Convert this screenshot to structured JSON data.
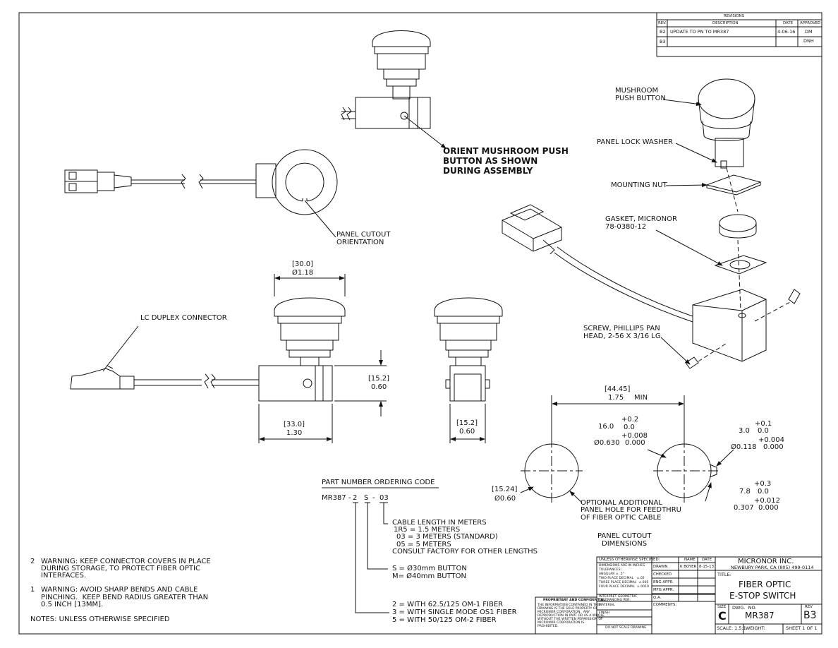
{
  "revisions": {
    "title": "REVISIONS",
    "headers": [
      "REV.",
      "DESCRIPTION",
      "DATE",
      "APPROVED"
    ],
    "rows": [
      {
        "rev": "B2",
        "description": "UPDATE TO PN TO MR387",
        "date": "4-06-16",
        "approved": "DM"
      },
      {
        "rev": "B3",
        "description": "",
        "date": "",
        "approved": "DNH"
      }
    ]
  },
  "callouts": {
    "mushroom_push_button": [
      "MUSHROOM",
      "PUSH BUTTON"
    ],
    "panel_lock_washer": "PANEL LOCK WASHER",
    "mounting_nut": "MOUNTING NUT",
    "gasket": [
      "GASKET, MICRONOR",
      "78-0380-12"
    ],
    "screw": [
      "SCREW, PHILLIPS PAN",
      "HEAD, 2-56 X 3/16 LG"
    ],
    "orient_note": [
      "ORIENT MUSHROOM PUSH",
      "BUTTON AS SHOWN",
      "DURING ASSEMBLY"
    ],
    "panel_cutout_orientation": [
      "PANEL CUTOUT",
      "ORIENTATION"
    ],
    "lc_duplex": "LC DUPLEX CONNECTOR",
    "optional_hole": [
      "OPTIONAL ADDITIONAL",
      "PANEL HOLE FOR FEEDTHRU",
      "OF FIBER OPTIC CABLE"
    ],
    "panel_cutout_dimensions": [
      "PANEL CUTOUT",
      "DIMENSIONS"
    ]
  },
  "dimensions": {
    "button_dia_mm": "[30.0]",
    "button_dia_in": "Ø1.18",
    "body_height_mm": "[15.2]",
    "body_height_in": "0.60",
    "body_width_mm": "[33.0]",
    "body_width_in": "1.30",
    "side_width_mm": "[15.2]",
    "side_width_in": "0.60",
    "spacing_mm": "[44.45]",
    "spacing_in": "1.75",
    "spacing_note": "MIN",
    "hole1_tol_plus": "+0.2",
    "hole1_mm": "16.0",
    "hole1_tol_minus": "0.0",
    "hole1_tol_plus_in": "+0.008",
    "hole1_in": "Ø0.630",
    "hole1_tol_minus_in": "0.000",
    "key1_tol_plus": "+0.1",
    "key1_mm": "3.0",
    "key1_tol_minus": "0.0",
    "key1_tol_plus_in": "+0.004",
    "key1_in": "Ø0.118",
    "key1_tol_minus_in": "0.000",
    "opt_hole_mm": "[15.24]",
    "opt_hole_in": "Ø0.60",
    "key2_tol_plus": "+0.3",
    "key2_mm": "7.8",
    "key2_tol_minus": "0.0",
    "key2_tol_plus_in": "+0.012",
    "key2_in": "0.307",
    "key2_tol_minus_in": "0.000"
  },
  "ordering": {
    "title": "PART NUMBER ORDERING CODE",
    "code_parts": [
      "MR387 -",
      "2",
      "S",
      "-",
      "03"
    ],
    "cable_title": "CABLE LENGTH IN METERS",
    "cable_options": [
      "1R5 = 1.5 METERS",
      "03 = 3 METERS (STANDARD)",
      "05 = 5 METERS"
    ],
    "cable_note": "CONSULT FACTORY FOR OTHER LENGTHS",
    "button_options": [
      "S = Ø30mm BUTTON",
      "M= Ø40mm BUTTON"
    ],
    "fiber_options": [
      "2 = WITH 62.5/125 OM-1 FIBER",
      "3 = WITH SINGLE MODE OS1 FIBER",
      "5 = WITH 50/125 OM-2 FIBER"
    ]
  },
  "notes": {
    "note2_num": "2",
    "note2": [
      "WARNING: KEEP CONNECTOR COVERS IN PLACE",
      "DURING STORAGE, TO PROTECT FIBER OPTIC",
      "INTERFACES."
    ],
    "note1_num": "1",
    "note1": [
      "WARNING: AVOID SHARP BENDS AND CABLE",
      "PINCHING.  KEEP BEND RADIUS GREATER THAN",
      "0.5 INCH [13MM]."
    ],
    "footer": "NOTES: UNLESS OTHERWISE SPECIFIED"
  },
  "title_block": {
    "unless": "UNLESS OTHERWISE SPECIFIED:",
    "dims_lines": [
      "DIMENSIONS ARE IN INCHES",
      "TOLERANCES:",
      "ANGULAR ± .5°",
      "TWO PLACE DECIMAL   ±.02",
      "THREE PLACE DECIMAL  ±.005",
      "FOUR PLACE DECIMAL  ±.0010"
    ],
    "interpret": [
      "INTERPRET GEOMETRIC",
      "TOLERANCING PER:"
    ],
    "material": "MATERIAL",
    "finish": "FINISH",
    "do_not_scale": "DO NOT SCALE DRAWING",
    "proprietary_title": "PROPRIETARY AND CONFIDENTIAL",
    "proprietary_text": [
      "THE INFORMATION CONTAINED IN THIS",
      "DRAWING IS THE SOLE PROPERTY OF",
      "MICRONOR CORPORATION.  ANY",
      "REPRODUCTION IN PART OR AS A WHOLE",
      "WITHOUT THE WRITTEN PERMISSION OF",
      "MICRONOR CORPORATION IS",
      "PROHIBITED."
    ],
    "col_name": "NAME",
    "col_date": "DATE",
    "rows": [
      "DRAWN",
      "CHECKED",
      "ENG APPR.",
      "MFG APPR.",
      "Q.A.",
      "COMMENTS:"
    ],
    "drawn_name": "K BOYER",
    "drawn_date": "8-15-13",
    "company": "MICRONOR INC.",
    "address": "NEWBURY PARK, CA (805) 499-0114",
    "title_label": "TITLE:",
    "title": [
      "FIBER OPTIC",
      "E-STOP SWITCH"
    ],
    "size_label": "SIZE",
    "size": "C",
    "dwg_label": "DWG.  NO.",
    "dwg_no": "MR387",
    "rev_label": "REV",
    "rev": "B3",
    "scale": "SCALE: 1.5:1",
    "weight": "WEIGHT:",
    "sheet": "SHEET 1 OF 1"
  }
}
